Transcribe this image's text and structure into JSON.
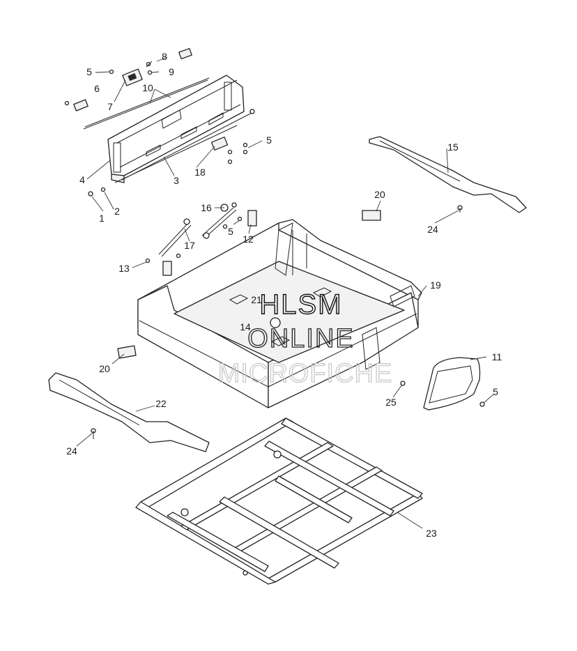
{
  "callouts": [
    {
      "id": "c1",
      "text": "1"
    },
    {
      "id": "c2",
      "text": "2"
    },
    {
      "id": "c3",
      "text": "3"
    },
    {
      "id": "c4",
      "text": "4"
    },
    {
      "id": "c5a",
      "text": "5"
    },
    {
      "id": "c5b",
      "text": "5"
    },
    {
      "id": "c5c",
      "text": "5"
    },
    {
      "id": "c5d",
      "text": "5"
    },
    {
      "id": "c6",
      "text": "6"
    },
    {
      "id": "c7",
      "text": "7"
    },
    {
      "id": "c8",
      "text": "8"
    },
    {
      "id": "c9",
      "text": "9"
    },
    {
      "id": "c10",
      "text": "10"
    },
    {
      "id": "c11",
      "text": "11"
    },
    {
      "id": "c12",
      "text": "12"
    },
    {
      "id": "c13",
      "text": "13"
    },
    {
      "id": "c14",
      "text": "14"
    },
    {
      "id": "c15",
      "text": "15"
    },
    {
      "id": "c16",
      "text": "16"
    },
    {
      "id": "c17",
      "text": "17"
    },
    {
      "id": "c18",
      "text": "18"
    },
    {
      "id": "c19",
      "text": "19"
    },
    {
      "id": "c20a",
      "text": "20"
    },
    {
      "id": "c20b",
      "text": "20"
    },
    {
      "id": "c21",
      "text": "21"
    },
    {
      "id": "c22",
      "text": "22"
    },
    {
      "id": "c23",
      "text": "23"
    },
    {
      "id": "c24a",
      "text": "24"
    },
    {
      "id": "c24b",
      "text": "24"
    },
    {
      "id": "c25",
      "text": "25"
    }
  ],
  "watermark": {
    "line1": "HLSM",
    "line2": "ONLINE",
    "line3": "MICROFICHE"
  }
}
